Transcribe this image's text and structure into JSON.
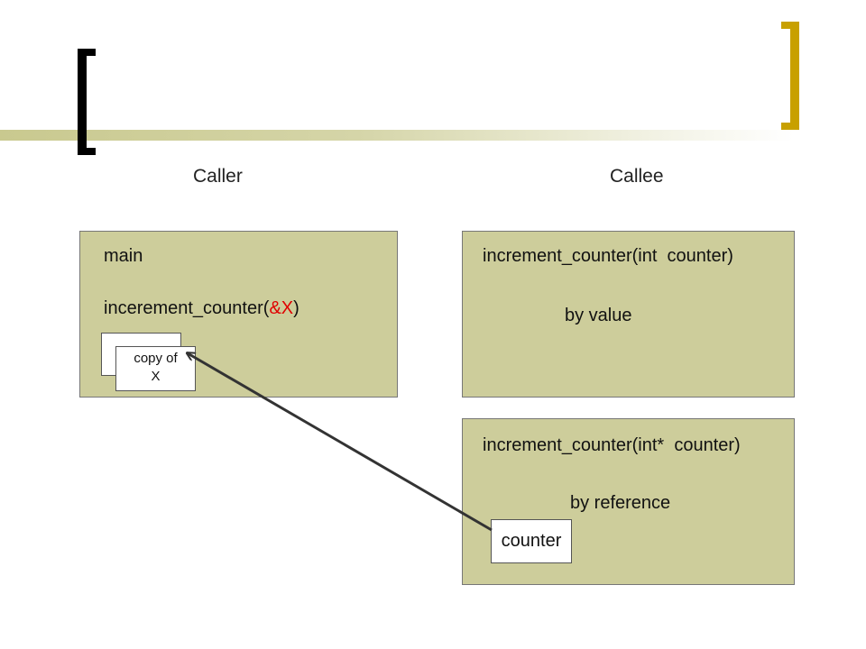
{
  "headings": {
    "caller": "Caller",
    "callee": "Callee"
  },
  "caller_panel": {
    "title": "main",
    "call_prefix": "incerement_counter(",
    "call_arg": "&X",
    "call_suffix": ")",
    "copy_label_line1": "copy of",
    "copy_label_line2": "X"
  },
  "by_value_panel": {
    "signature": "increment_counter(int  counter)",
    "mode": "by value"
  },
  "by_reference_panel": {
    "signature": "increment_counter(int*  counter)",
    "mode": "by reference",
    "param_label": "counter"
  },
  "colors": {
    "panel_fill": "#cdcd9b",
    "argument_highlight": "#e00000",
    "accent_bracket": "#c8a000"
  }
}
